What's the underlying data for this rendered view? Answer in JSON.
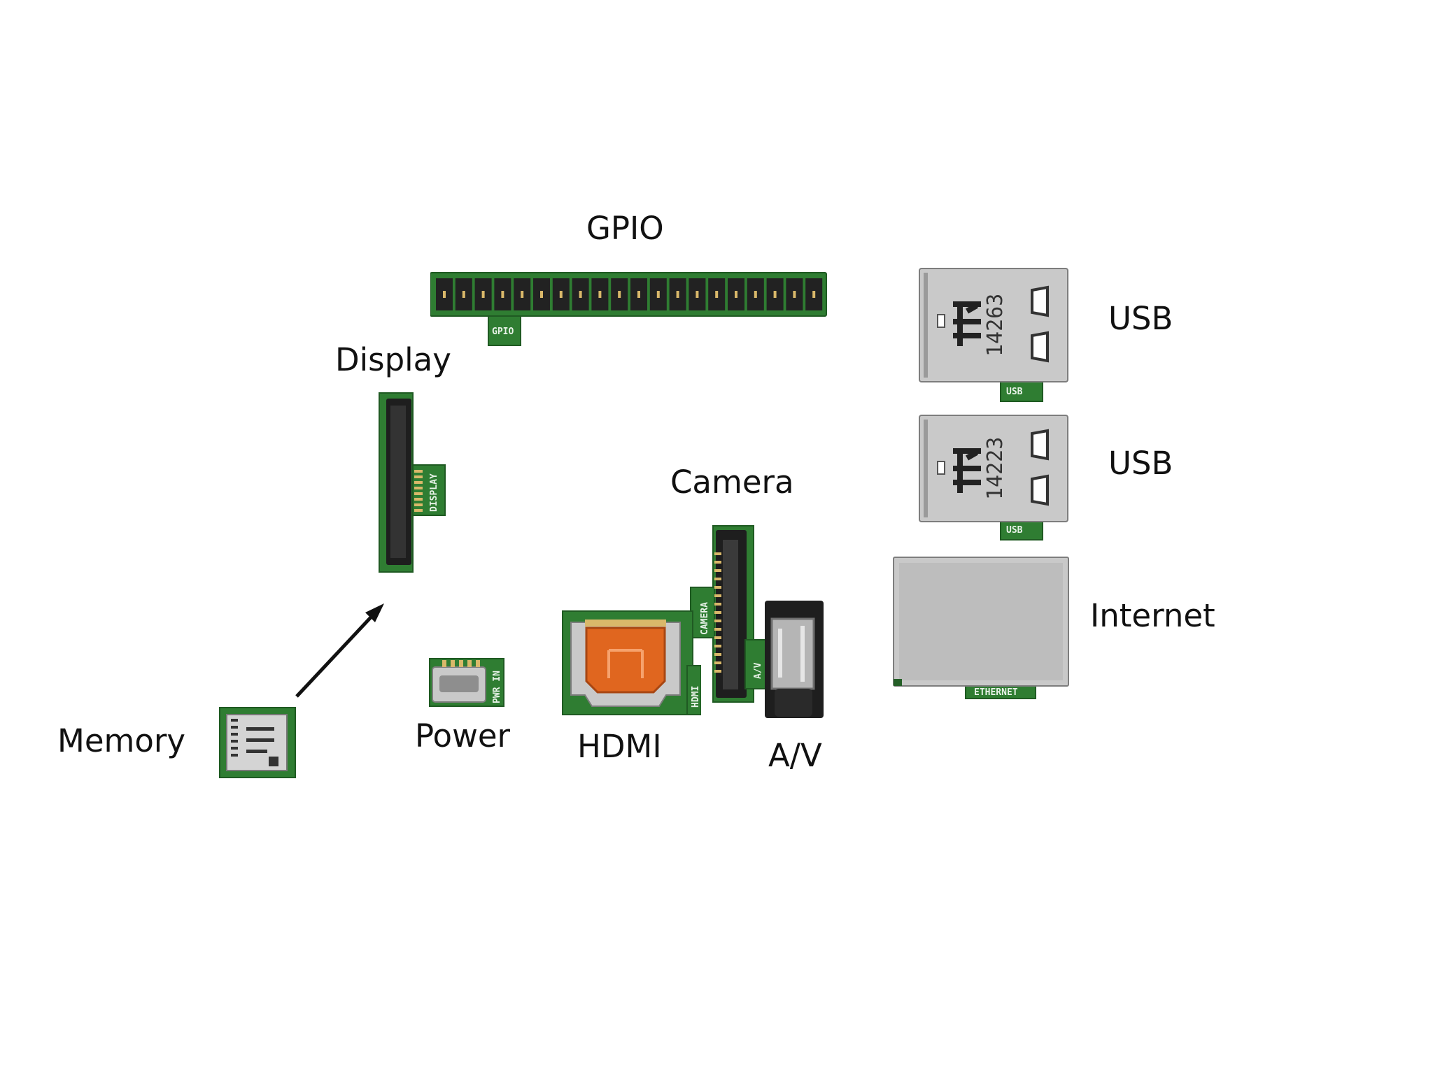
{
  "labels": {
    "gpio": "GPIO",
    "display": "Display",
    "usb_top": "USB",
    "usb_bottom": "USB",
    "camera": "Camera",
    "internet": "Internet",
    "memory": "Memory",
    "power": "Power",
    "hdmi": "HDMI",
    "av": "A/V"
  },
  "silkscreen": {
    "gpio": "GPIO",
    "display": "DISPLAY",
    "usb_top": "USB",
    "usb_bottom": "USB",
    "camera": "CAMERA",
    "hdmi": "HDMI",
    "av": "A/V",
    "power": "PWR IN",
    "ethernet": "ETHERNET",
    "usb_top_code": "14263",
    "usb_bottom_code": "14223"
  },
  "colors": {
    "pcb_green": "#2f7d32",
    "hdmi_orange": "#e0661f",
    "metal": "#c9c9c9"
  }
}
